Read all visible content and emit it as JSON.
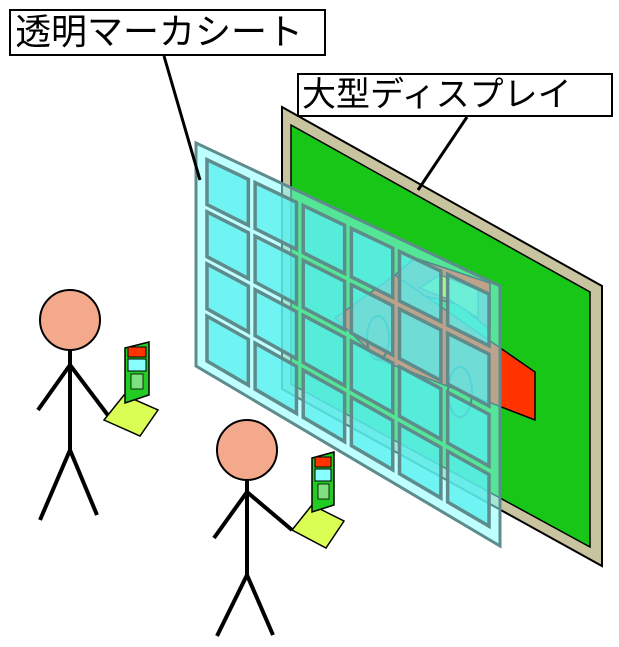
{
  "labels": {
    "marker_sheet": "透明マーカシート",
    "large_display": "大型ディスプレイ"
  },
  "colors": {
    "display_frame": "#c9c4a0",
    "display_screen": "#17c617",
    "sheet_fill": "#88ffff",
    "marker_square": "#55efef",
    "marker_border": "#5e8c8c",
    "car_red": "#ff3300",
    "car_yellow": "#dddd00",
    "person_head": "#f5a98c",
    "phone_body": "#d9ff55",
    "phone_screen": "#22cc22",
    "phone_top": "#ff3300"
  },
  "icons": [
    "person-figure",
    "handheld-phone",
    "car-image",
    "marker-grid"
  ]
}
